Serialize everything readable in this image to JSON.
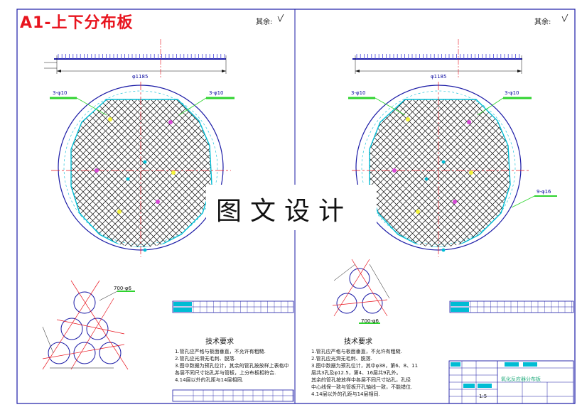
{
  "title": "A1-上下分布板",
  "remainder_note": "其余:",
  "watermark": "图文设计",
  "left_drawing": {
    "bar_dimension": "φ1185",
    "callout_left": "3-φ10",
    "callout_right": "3-φ10",
    "detail_label": "700-φ6",
    "tech_title": "技术要求",
    "notes": [
      "1.管孔应严格与板面垂直，不允许有粗糙.",
      "2.管孔应光滑无毛刺、脱落.",
      "3.图中数据为预孔位计，其余的管孔按放样上表格中",
      "各层不同尺寸钻孔并与管板，上分布板相符合.",
      "4.14层以外的孔距与14层相同."
    ]
  },
  "right_drawing": {
    "bar_dimension": "φ1185",
    "callout_left": "3-φ10",
    "callout_right": "3-φ10",
    "side_callout": "9-φ16",
    "detail_label": "700-φ6",
    "tech_title": "技术要求",
    "notes": [
      "1.管孔应严格与板面垂直，不允许有粗糙.",
      "2.管孔应光滑无毛刺、脱落.",
      "3.图中数据为预孔位计，其中φ38，第6、8、11",
      "层共3孔及φ12.5，第4、16层共9孔外。",
      "其余的管孔按放样中各层不同尺寸钻孔，孔径",
      "中心线保一致与管板开孔轴线一致，不能错位.",
      "4.14层以外的孔距与14层相同."
    ]
  },
  "title_block": {
    "drawing_name": "氧化反应器分布板",
    "scale": "1:5"
  },
  "colors": {
    "frame": "#1a1aa6",
    "title": "#e8141e",
    "centerline": "#e8141e",
    "mesh": "#0c0c0c",
    "rim": "#00bcd4",
    "leader": "#2ed32e",
    "tooth": "#4a4adc"
  }
}
